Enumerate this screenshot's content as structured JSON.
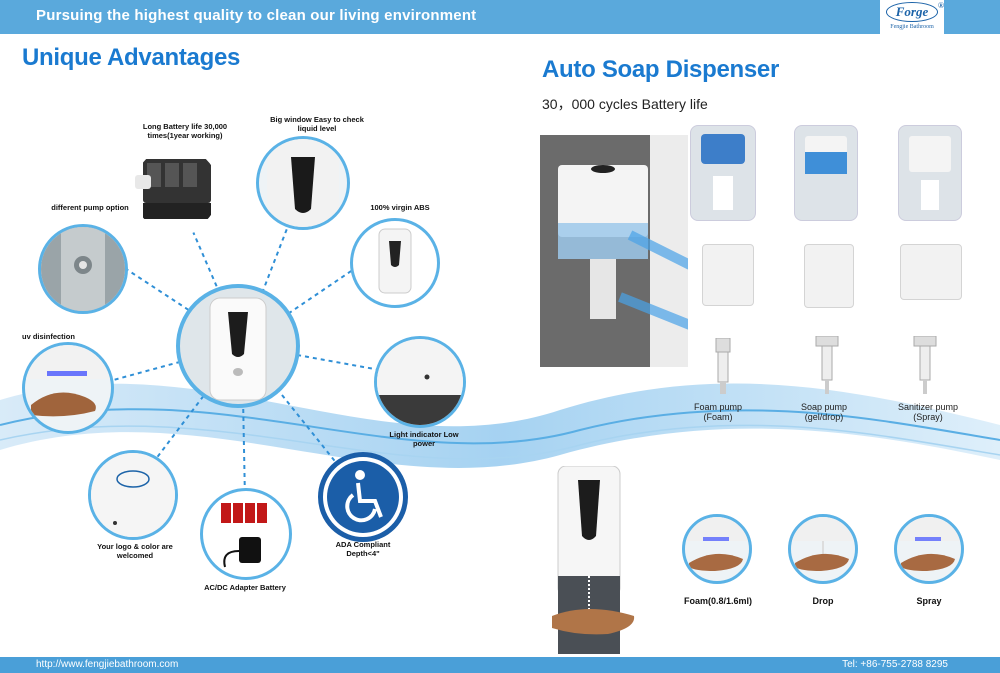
{
  "header": {
    "tagline": "Pursuing the highest quality to clean our living environment"
  },
  "logo": {
    "brand": "Forge",
    "reg": "®",
    "subtitle": "Fengjie Bathroom"
  },
  "left": {
    "title": "Unique Advantages",
    "features": {
      "battery": "Long Battery life 30,000 times(1year working)",
      "window": "Big window Easy to check liquid level",
      "pump": "different pump option",
      "abs": "100% virgin ABS",
      "uv": "uv disinfection",
      "light": "Light indicator Low power",
      "logo": "Your logo & color are welcomed",
      "adapter": "AC/DC Adapter Battery",
      "ada": "ADA Compliant Depth<4\""
    }
  },
  "right": {
    "title": "Auto Soap Dispenser",
    "subtitle": "30，000 cycles Battery life",
    "pumps": [
      {
        "name": "Foam pump",
        "type": "(Foam)"
      },
      {
        "name": "Soap pump",
        "type": "(gel/drop)"
      },
      {
        "name": "Sanitizer pump",
        "type": "(Spray)"
      }
    ],
    "modes": [
      "Foam(0.8/1.6ml)",
      "Drop",
      "Spray"
    ]
  },
  "footer": {
    "url": "http://www.fengjiebathroom.com",
    "tel": "Tel: +86-755-2788 8295"
  },
  "colors": {
    "accent": "#1a7ad0",
    "bar": "#5aa9dc",
    "ring": "#5ab2e6"
  }
}
